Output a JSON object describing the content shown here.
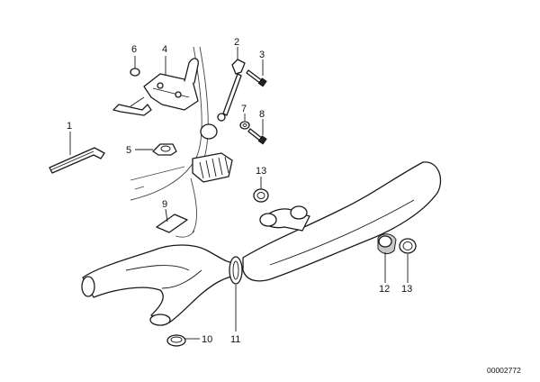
{
  "callouts": {
    "c1": "1",
    "c2": "2",
    "c3": "3",
    "c4": "4",
    "c5": "5",
    "c6": "6",
    "c7": "7",
    "c8": "8",
    "c9": "9",
    "c10": "10",
    "c11": "11",
    "c12": "12",
    "c13a": "13",
    "c13b": "13"
  },
  "diagram_code": "00002772",
  "colors": {
    "line": "#1a1a1a",
    "background": "#ffffff",
    "shade": "#c8c8c8"
  }
}
